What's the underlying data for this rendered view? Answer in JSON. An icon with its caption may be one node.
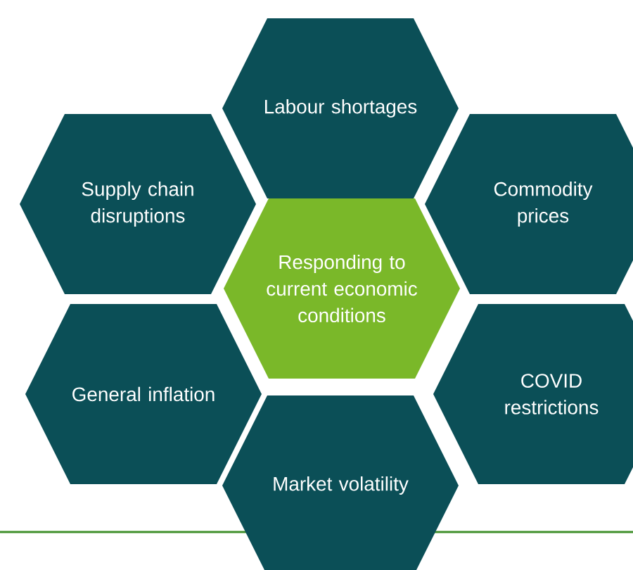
{
  "diagram": {
    "nodes": [
      {
        "text": [
          "Labour shortages"
        ]
      },
      {
        "text": [
          "Supply chain disruptions"
        ]
      },
      {
        "text": [
          "Commodity prices"
        ]
      },
      {
        "text": [
          "Responding to current economic conditions"
        ]
      },
      {
        "text": [
          "General inflation"
        ]
      },
      {
        "text": [
          "COVID restrictions"
        ]
      },
      {
        "text": [
          "Market volatility"
        ]
      }
    ]
  }
}
